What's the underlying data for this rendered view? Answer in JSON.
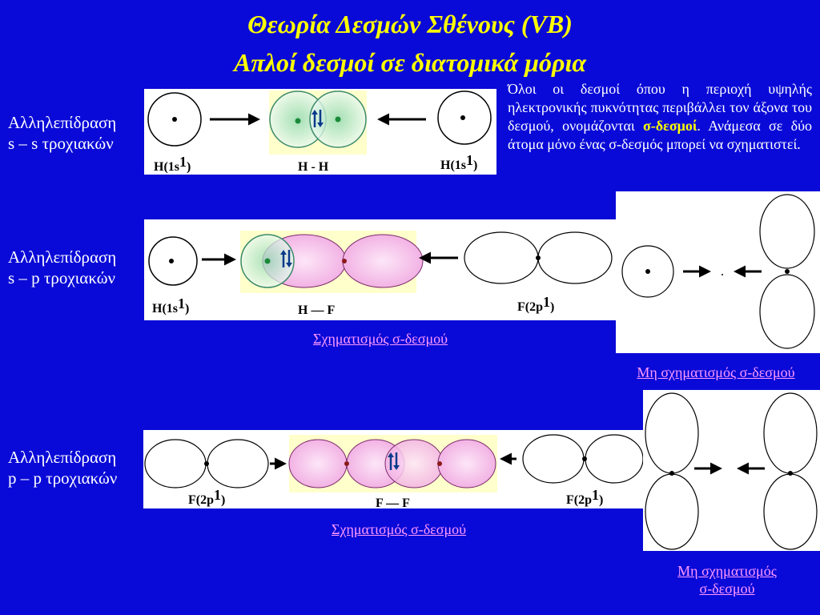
{
  "title": {
    "line1": "Θεωρία Δεσμών Σθένους (VB)",
    "line2": "Απλοί δεσμοί σε διατομικά μόρια"
  },
  "rows": [
    {
      "label_line1": "Αλληλεπίδραση",
      "label_line2": "s – s τροχιακών"
    },
    {
      "label_line1": "Αλληλεπίδραση",
      "label_line2": "s – p τροχιακών"
    },
    {
      "label_line1": "Αλληλεπίδραση",
      "label_line2": "p – p τροχιακών"
    }
  ],
  "description": {
    "part1": "Όλοι οι δεσμοί όπου η περιοχή υψηλής ηλεκτρονικής πυκνότητας περιβάλλει τον άξονα του δεσμού, ονομάζονται ",
    "bold": "σ-δεσμοί",
    "part2": ". Ανάμεσα σε δύο άτομα μόνο ένας σ-δεσμός μπορεί να σχηματιστεί."
  },
  "diagram_ss": {
    "left_atom": "H(1s",
    "left_sup": "1",
    "left_close": ")",
    "center": "H - H",
    "right_atom": "H(1s",
    "right_sup": "1",
    "right_close": ")"
  },
  "diagram_sp": {
    "left_atom": "H(1s",
    "left_sup": "1",
    "left_close": ")",
    "center": "H — F",
    "right_atom": "F(2p",
    "right_sup": "1",
    "right_close": ")"
  },
  "diagram_pp": {
    "left_atom": "F(2p",
    "left_sup": "1",
    "left_close": ")",
    "center": "F — F",
    "right_atom": "F(2p",
    "right_sup": "1",
    "right_close": ")"
  },
  "captions": {
    "sp_formation": "Σχηματισμός σ-δεσμού",
    "sp_no_formation": "Μη σχηματισμός σ-δεσμού",
    "pp_formation": "Σχηματισμός σ-δεσμού",
    "pp_no_formation_line1": "Μη σχηματισμός",
    "pp_no_formation_line2": "σ-δεσμού"
  },
  "colors": {
    "background": "#0a0ad8",
    "title": "#ffff00",
    "caption": "#ff99ff",
    "overlap_region": "#ffffcc",
    "s_orbital_fill": "#c8ecd8",
    "p_orbital_fill": "#f5b8ea"
  }
}
